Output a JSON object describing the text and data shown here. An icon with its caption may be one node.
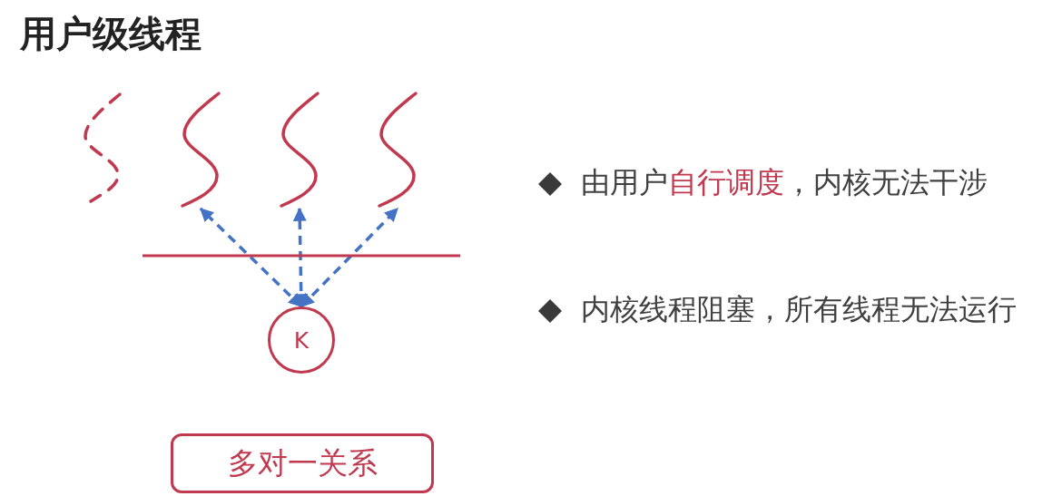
{
  "diagram": {
    "title": "用户级线程",
    "nodes": [
      {
        "text": [],
        "shape": "wave"
      },
      {
        "text": [],
        "shape": "wave"
      },
      {
        "text": [],
        "shape": "wave"
      },
      {
        "text": [],
        "shape": "wave"
      },
      {
        "text": [
          "K"
        ]
      },
      {
        "text": [
          "多对一关系"
        ]
      }
    ],
    "edges": [
      {
        "from": 4,
        "to": 1,
        "arrow": "both",
        "style": "dashed"
      },
      {
        "from": 4,
        "to": 2,
        "arrow": "both",
        "style": "dashed"
      },
      {
        "from": 4,
        "to": 3,
        "arrow": "both",
        "style": "dashed"
      }
    ],
    "labels": [
      "由用户**自行调度**，内核无法干涉",
      "内核线程阻塞，所有线程无法运行"
    ]
  }
}
